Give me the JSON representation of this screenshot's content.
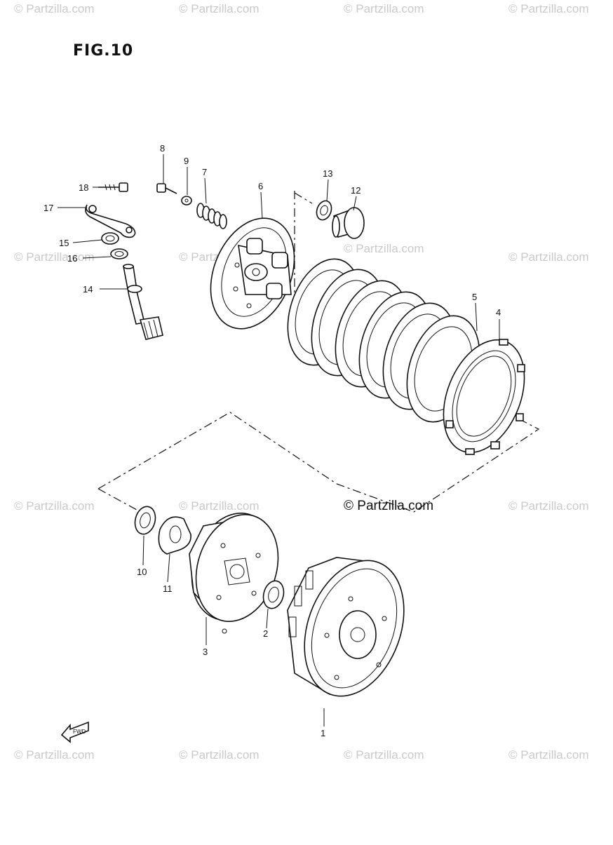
{
  "title": "FIG.10",
  "watermark": "© Partzilla.com",
  "watermark_main": "© Partzilla.com",
  "fwd_label": "FWD",
  "callouts": {
    "p1": "1",
    "p2": "2",
    "p3": "3",
    "p4": "4",
    "p5": "5",
    "p6": "6",
    "p7": "7",
    "p8": "8",
    "p9": "9",
    "p10": "10",
    "p11": "11",
    "p12": "12",
    "p13": "13",
    "p14": "14",
    "p15": "15",
    "p16": "16",
    "p17": "17",
    "p18": "18"
  }
}
